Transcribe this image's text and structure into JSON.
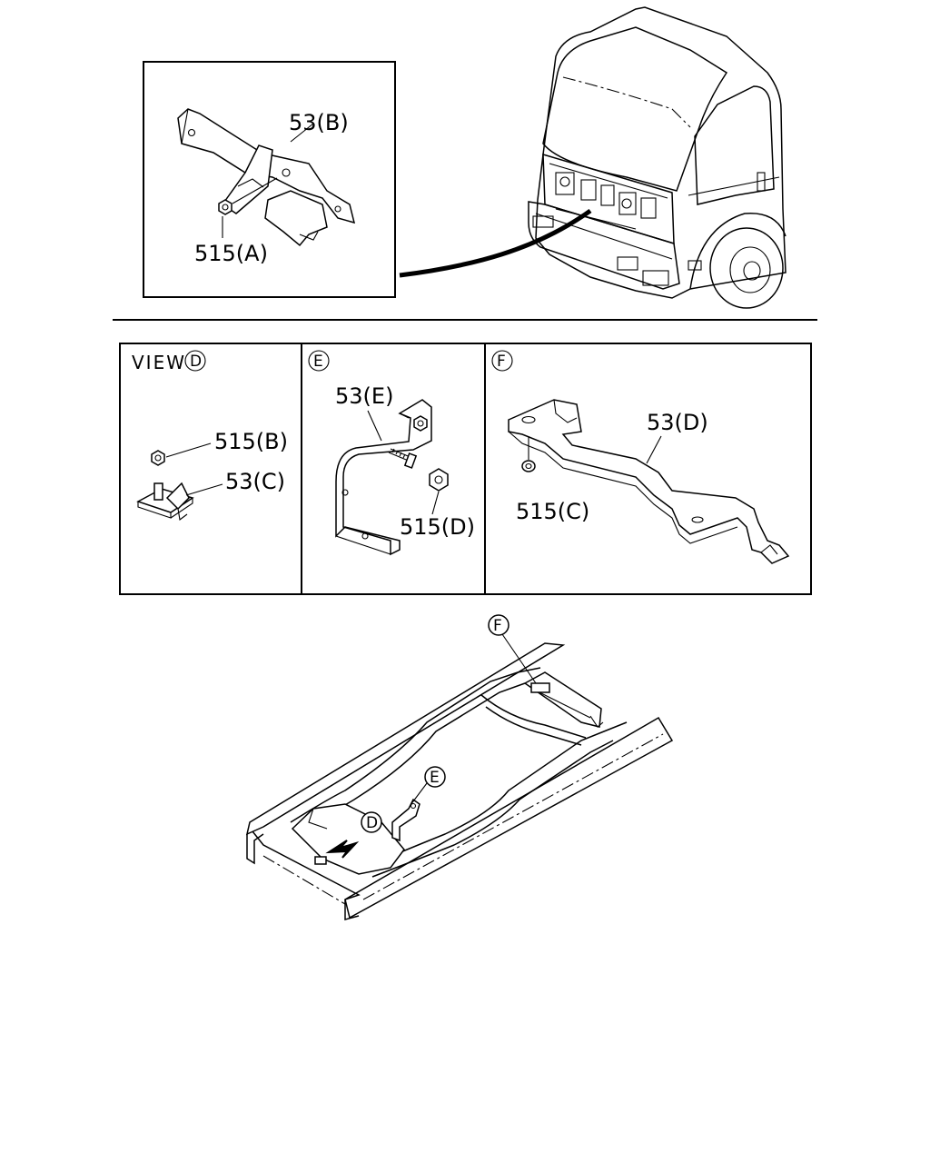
{
  "labels": {
    "part_53b": "53(B)",
    "part_515a": "515(A)",
    "view_prefix": "VIEW",
    "view_letter_d": "D",
    "part_515b": "515(B)",
    "part_53c": "53(C)",
    "panel_e_letter": "E",
    "part_53e": "53(E)",
    "part_515d": "515(D)",
    "panel_f_letter": "F",
    "part_53d": "53(D)",
    "part_515c": "515(C)",
    "frame_marker_f": "F",
    "frame_marker_e": "E",
    "frame_marker_d": "D"
  },
  "colors": {
    "line": "#000000",
    "background": "#ffffff"
  },
  "icons": {
    "direction": "arrow-left-down-icon",
    "callout": "circled-letter-icon"
  }
}
